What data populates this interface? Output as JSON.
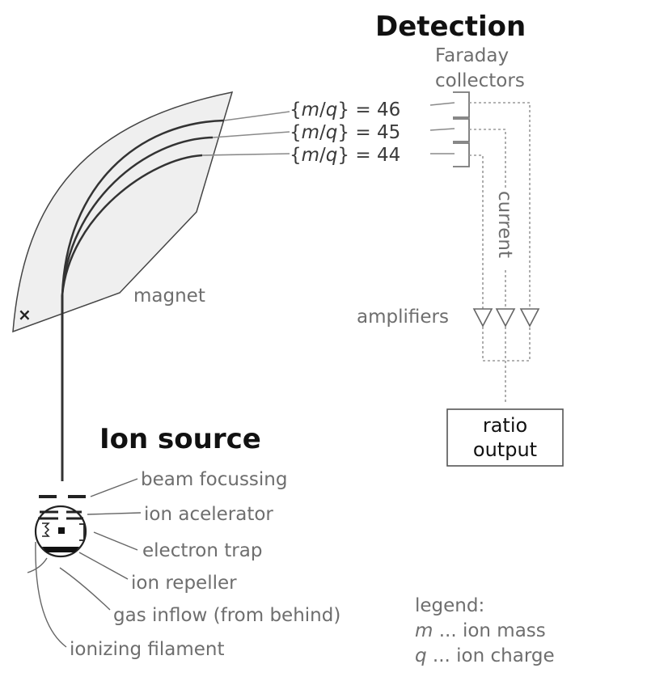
{
  "headings": {
    "detection": "Detection",
    "ion_source": "Ion source"
  },
  "labels": {
    "faraday_line1": "Faraday",
    "faraday_line2": "collectors",
    "magnet": "magnet",
    "current": "current",
    "amplifiers": "amplifiers",
    "magnet_field_symbol": "×"
  },
  "mass_labels": [
    {
      "brace_open": "{",
      "m": "m",
      "slash": "/",
      "q": "q",
      "brace_close": "}",
      "eq": " = 46"
    },
    {
      "brace_open": "{",
      "m": "m",
      "slash": "/",
      "q": "q",
      "brace_close": "}",
      "eq": " = 45"
    },
    {
      "brace_open": "{",
      "m": "m",
      "slash": "/",
      "q": "q",
      "brace_close": "}",
      "eq": " = 44"
    }
  ],
  "ratio_box": {
    "line1": "ratio",
    "line2": "output"
  },
  "source_parts": [
    "beam focussing",
    "ion acelerator",
    "electron trap",
    "ion repeller",
    "gas inflow (from behind)",
    "ionizing filament"
  ],
  "legend": {
    "title": "legend:",
    "m_symbol": "m",
    "m_text": " ... ion mass",
    "q_symbol": "q",
    "q_text": " ... ion charge"
  },
  "colors": {
    "magnet_fill": "#efefef",
    "beam": "#333333",
    "label_gray": "#6e6e6e",
    "heading": "#111111"
  }
}
